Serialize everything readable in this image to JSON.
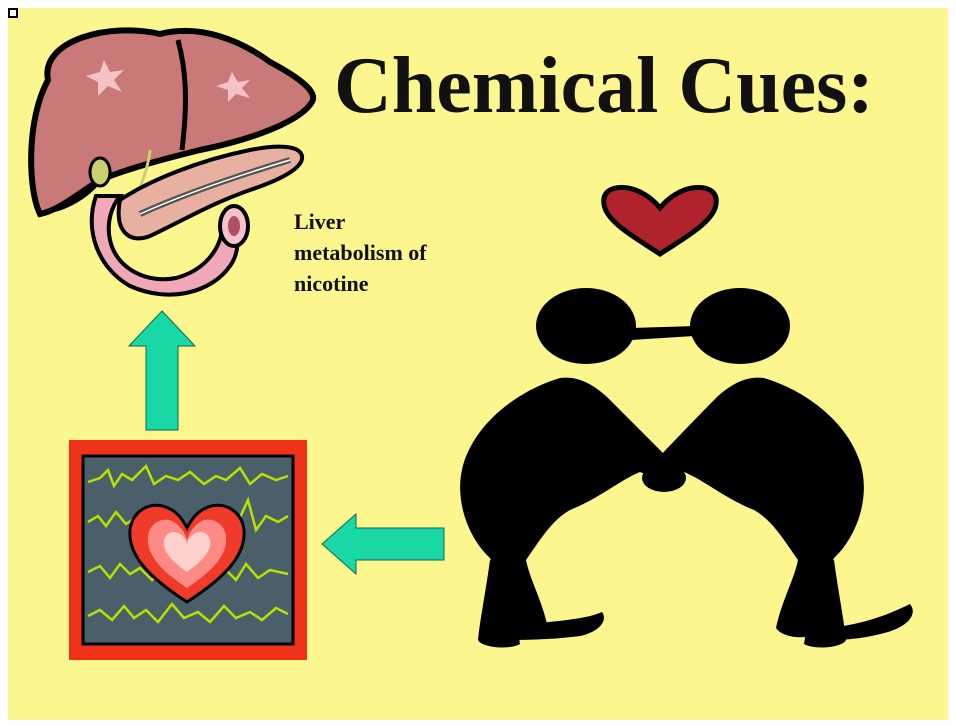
{
  "slide": {
    "title": "Chemical Cues:",
    "caption_lines": [
      "Liver",
      "metabolism of",
      "nicotine"
    ]
  },
  "colors": {
    "background": "#fbf68e",
    "arrow": "#19d8a6",
    "frame": "#f0321a",
    "heart": "#b0222c",
    "liver": "#c97a78",
    "intestine": "#f0a8b8"
  },
  "icons": [
    "liver-pancreas-illustration",
    "up-arrow-icon",
    "left-arrow-icon",
    "heart-monitor-illustration",
    "heart-icon",
    "couple-silhouette"
  ]
}
